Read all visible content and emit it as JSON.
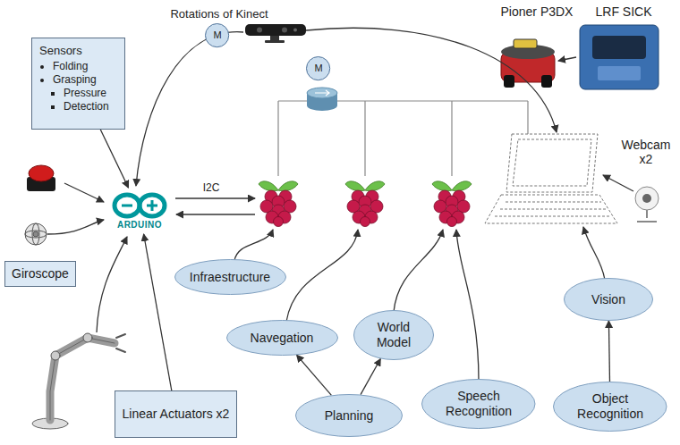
{
  "diagram": {
    "nodes": [
      {
        "text": [
          "M"
        ]
      },
      {
        "text": [
          "Sensors",
          "Folding",
          "Grasping",
          "Pressure",
          "Detection"
        ]
      },
      {
        "text": [
          "M"
        ]
      },
      {
        "text": [
          "ARDUINO"
        ]
      },
      {
        "text": [
          "Giroscope"
        ]
      },
      {
        "text": [
          "Infraestructure"
        ]
      },
      {
        "text": [
          "Navegation"
        ]
      },
      {
        "text": [
          "World Model"
        ]
      },
      {
        "text": [
          "Vision"
        ]
      },
      {
        "text": [
          "Linear Actuators x2"
        ]
      },
      {
        "text": [
          "Planning"
        ]
      },
      {
        "text": [
          "Speech Recognition"
        ]
      },
      {
        "text": [
          "Object Recognition"
        ]
      }
    ],
    "edges": [
      {
        "from": 1,
        "to": 3,
        "arrow": "to"
      },
      {
        "from": 9,
        "to": 3,
        "arrow": "to"
      },
      {
        "from": 10,
        "to": 6,
        "arrow": "to"
      },
      {
        "from": 10,
        "to": 7,
        "arrow": "to"
      },
      {
        "from": 12,
        "to": 8,
        "arrow": "to"
      }
    ],
    "labels": [
      "Rotations of Kinect",
      "Pioner P3DX",
      "LRF SICK",
      "I2C",
      "Webcam x2"
    ]
  }
}
